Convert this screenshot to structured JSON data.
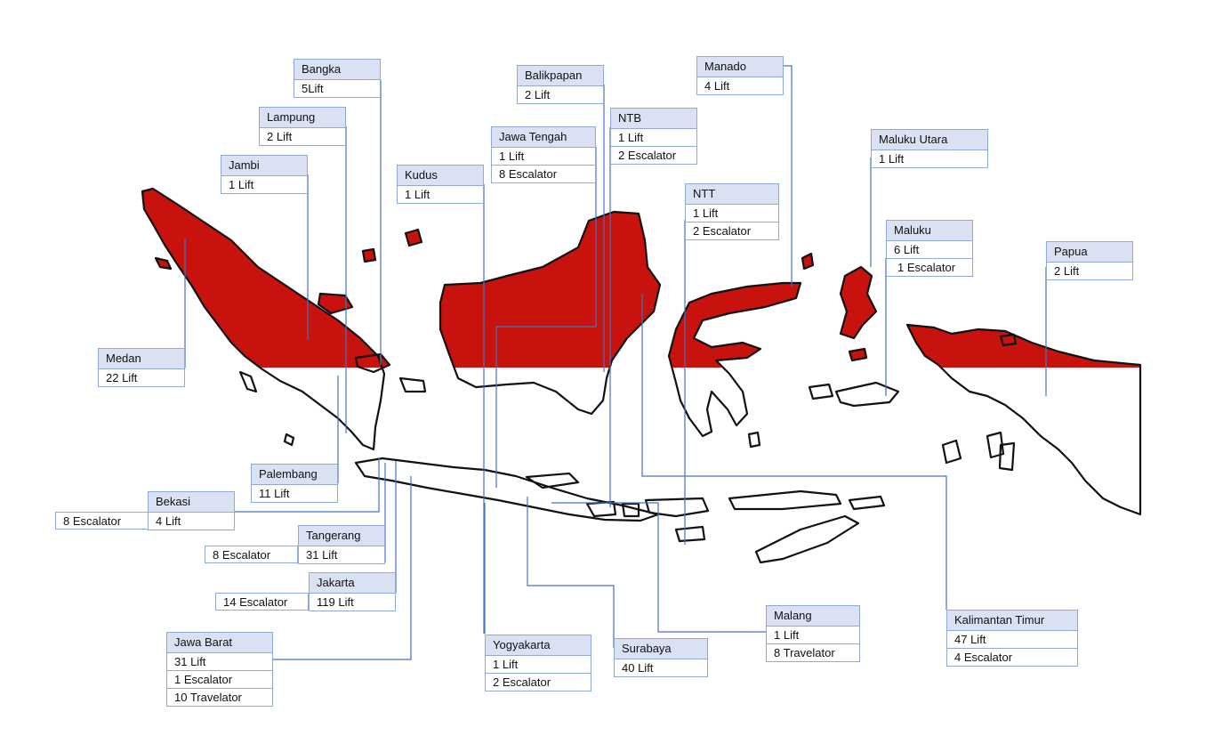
{
  "colors": {
    "top_fill": "#c8120e",
    "outline": "#111111",
    "leader": "#4472c4",
    "label_header": "#d9e1f2",
    "label_border": "#8ea9db"
  },
  "labels": {
    "bangka": {
      "title": "Bangka",
      "lines": [
        "5Lift"
      ]
    },
    "lampung": {
      "title": "Lampung",
      "lines": [
        "2 Lift"
      ]
    },
    "jambi": {
      "title": "Jambi",
      "lines": [
        "1 Lift"
      ]
    },
    "medan": {
      "title": "Medan",
      "lines": [
        "22 Lift"
      ]
    },
    "palembang": {
      "title": "Palembang",
      "lines": [
        "11 Lift"
      ]
    },
    "bekasi": {
      "title": "Bekasi",
      "lines": [
        "4 Lift"
      ],
      "side": "8 Escalator"
    },
    "tangerang": {
      "title": "Tangerang",
      "lines": [
        "31 Lift"
      ],
      "side": "8 Escalator"
    },
    "jakarta": {
      "title": "Jakarta",
      "lines": [
        "119 Lift"
      ],
      "side": "14 Escalator"
    },
    "jawa_barat": {
      "title": "Jawa Barat",
      "lines": [
        "31 Lift",
        "1 Escalator",
        "10 Travelator"
      ]
    },
    "kudus": {
      "title": "Kudus",
      "lines": [
        "1 Lift"
      ]
    },
    "balikpapan": {
      "title": "Balikpapan",
      "lines": [
        "2 Lift"
      ]
    },
    "jawa_tengah": {
      "title": "Jawa Tengah",
      "lines": [
        "1 Lift",
        "8 Escalator"
      ]
    },
    "ntb": {
      "title": "NTB",
      "lines": [
        "1 Lift",
        "2 Escalator"
      ]
    },
    "manado": {
      "title": "Manado",
      "lines": [
        "4 Lift"
      ]
    },
    "ntt": {
      "title": "NTT",
      "lines": [
        "1 Lift",
        "2 Escalator"
      ]
    },
    "maluku_utara": {
      "title": "Maluku Utara",
      "lines": [
        "1 Lift"
      ]
    },
    "maluku": {
      "title": "Maluku",
      "lines": [
        "6 Lift",
        "1 Escalator"
      ]
    },
    "papua": {
      "title": "Papua",
      "lines": [
        "2 Lift"
      ]
    },
    "yogyakarta": {
      "title": "Yogyakarta",
      "lines": [
        "1 Lift",
        "2 Escalator"
      ]
    },
    "surabaya": {
      "title": "Surabaya",
      "lines": [
        "40 Lift"
      ]
    },
    "malang": {
      "title": "Malang",
      "lines": [
        "1 Lift",
        "8 Travelator"
      ]
    },
    "kalimantan_timur": {
      "title": "Kalimantan Timur",
      "lines": [
        "47 Lift",
        "4 Escalator"
      ]
    }
  }
}
